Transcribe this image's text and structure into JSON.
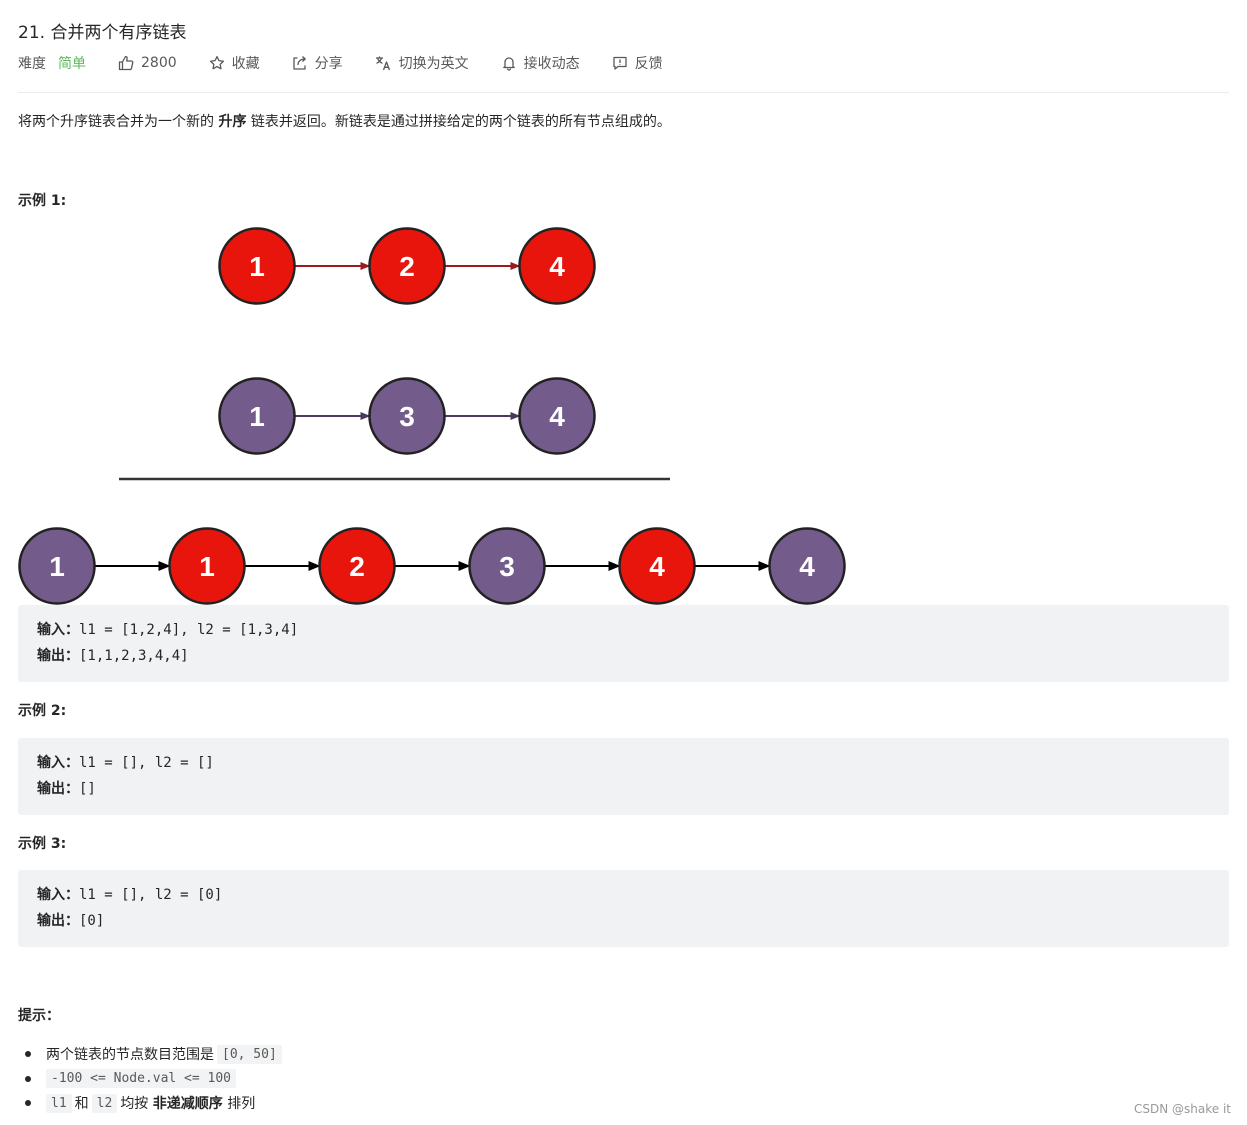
{
  "problem": {
    "title": "21. 合并两个有序链表",
    "difficulty_label": "难度",
    "difficulty_value": "简单",
    "likes": "2800",
    "favorite": "收藏",
    "share": "分享",
    "switch_lang": "切换为英文",
    "subscribe": "接收动态",
    "feedback": "反馈"
  },
  "description": {
    "before": "将两个升序链表合并为一个新的 ",
    "bold": "升序",
    "after": " 链表并返回。新链表是通过拼接给定的两个链表的所有节点组成的。"
  },
  "diagram": {
    "list1": [
      "1",
      "2",
      "4"
    ],
    "list2": [
      "1",
      "3",
      "4"
    ],
    "merged": [
      "1",
      "1",
      "2",
      "3",
      "4",
      "4"
    ],
    "colors": {
      "red": "#e8150d",
      "purple": "#735c8c",
      "red_arrow": "#9b1a1e",
      "purple_arrow": "#4a3b5c"
    }
  },
  "examples": [
    {
      "heading": "示例 1:",
      "input_label": "输入：",
      "input": "l1 = [1,2,4], l2 = [1,3,4]",
      "output_label": "输出：",
      "output": "[1,1,2,3,4,4]"
    },
    {
      "heading": "示例 2:",
      "input_label": "输入：",
      "input": "l1 = [], l2 = []",
      "output_label": "输出：",
      "output": "[]"
    },
    {
      "heading": "示例 3:",
      "input_label": "输入：",
      "input": "l1 = [], l2 = [0]",
      "output_label": "输出：",
      "output": "[0]"
    }
  ],
  "constraints": {
    "heading": "提示：",
    "c1_text": "两个链表的节点数目范围是",
    "c1_code": "[0, 50]",
    "c2_code": "-100 <= Node.val <= 100",
    "c3_code_a": "l1",
    "c3_and": "和",
    "c3_code_b": "l2",
    "c3_text_before": "均按",
    "c3_bold": "非递减顺序",
    "c3_text_after": "排列"
  },
  "watermark": "CSDN @shake it"
}
